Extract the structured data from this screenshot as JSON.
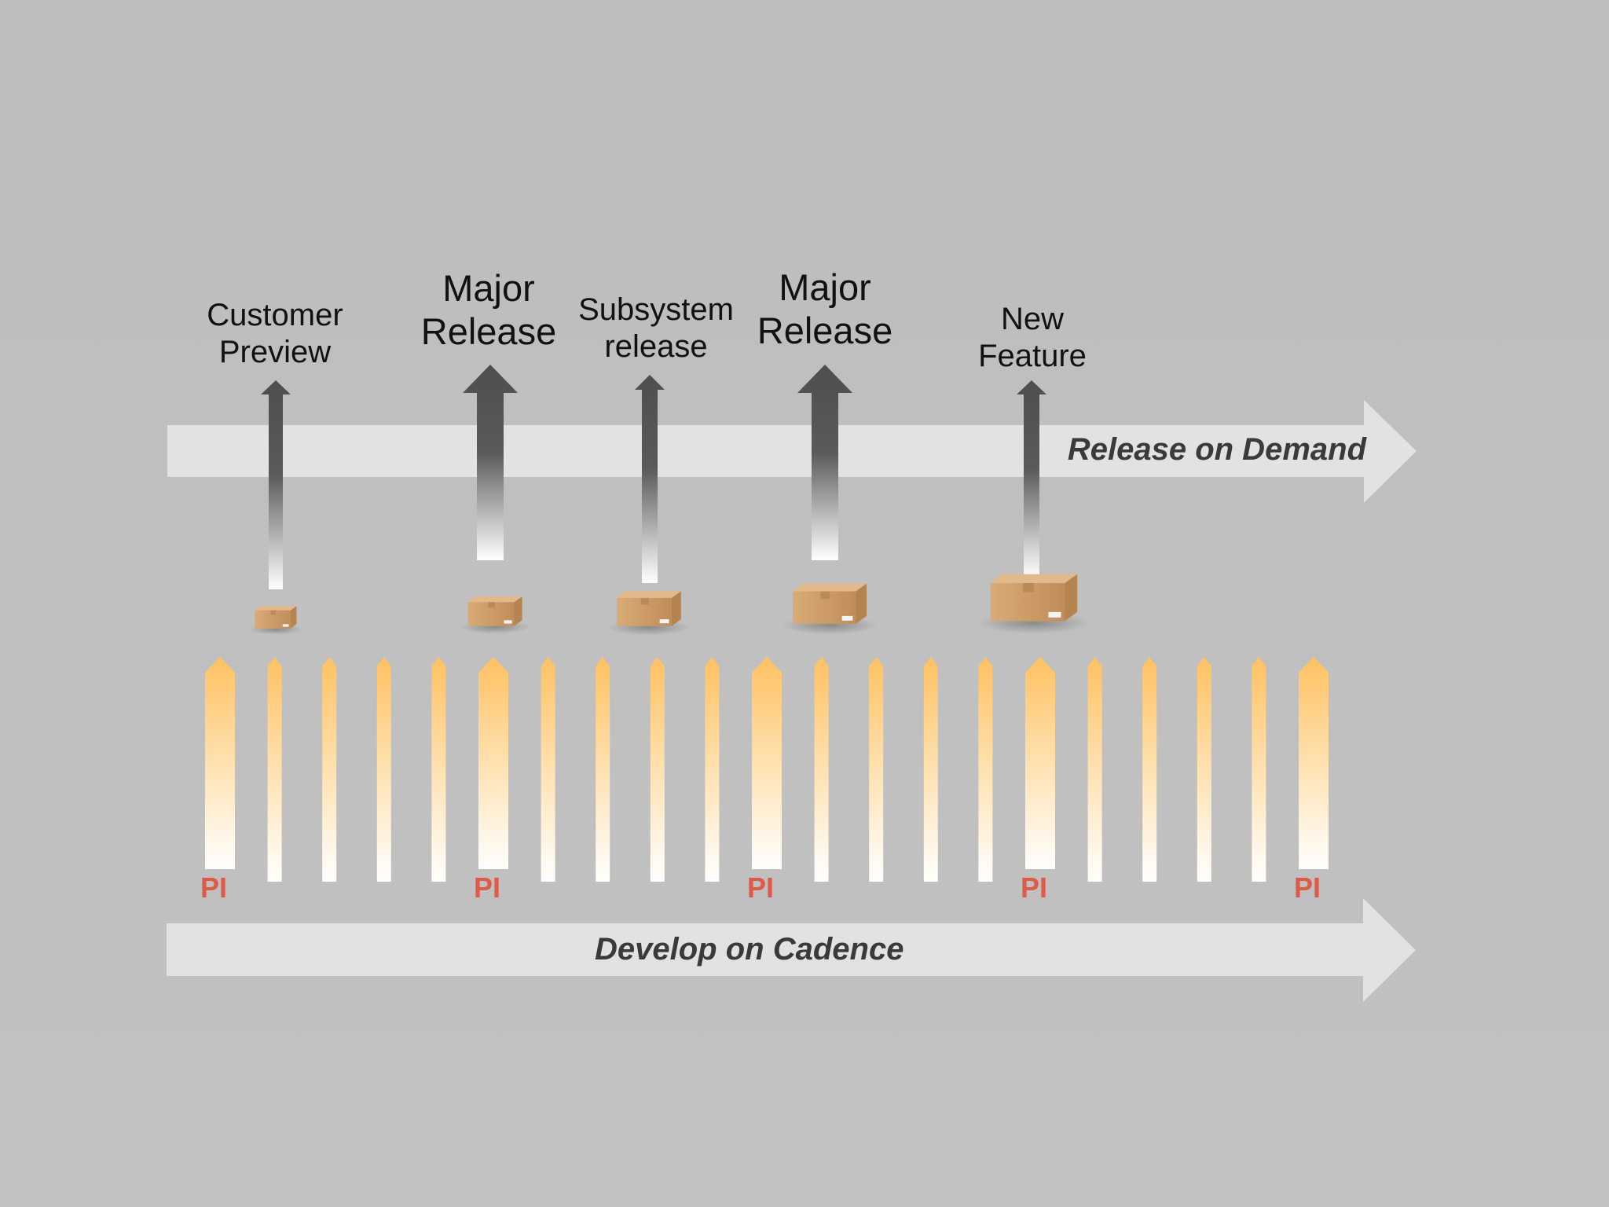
{
  "colors": {
    "background": "#bfbfbf",
    "band": "#e2e2e2",
    "release_arrow": "#555555",
    "cadence_bar": "#ffc060",
    "pi_label": "#e05a48",
    "box": "#c99a66"
  },
  "bands": {
    "release": {
      "label": "Release on Demand"
    },
    "cadence": {
      "label": "Develop on Cadence"
    }
  },
  "releases": [
    {
      "line1": "Customer",
      "line2": "Preview",
      "size": "small"
    },
    {
      "line1": "Major",
      "line2": "Release",
      "size": "large"
    },
    {
      "line1": "Subsystem",
      "line2": "release",
      "size": "medium"
    },
    {
      "line1": "Major",
      "line2": "Release",
      "size": "large"
    },
    {
      "line1": "New",
      "line2": "Feature",
      "size": "medium"
    }
  ],
  "cadence": {
    "pi_label": "PI",
    "iterations_per_pi": 5,
    "pi_markers": 5
  },
  "icons": [
    "package-box-icon"
  ]
}
